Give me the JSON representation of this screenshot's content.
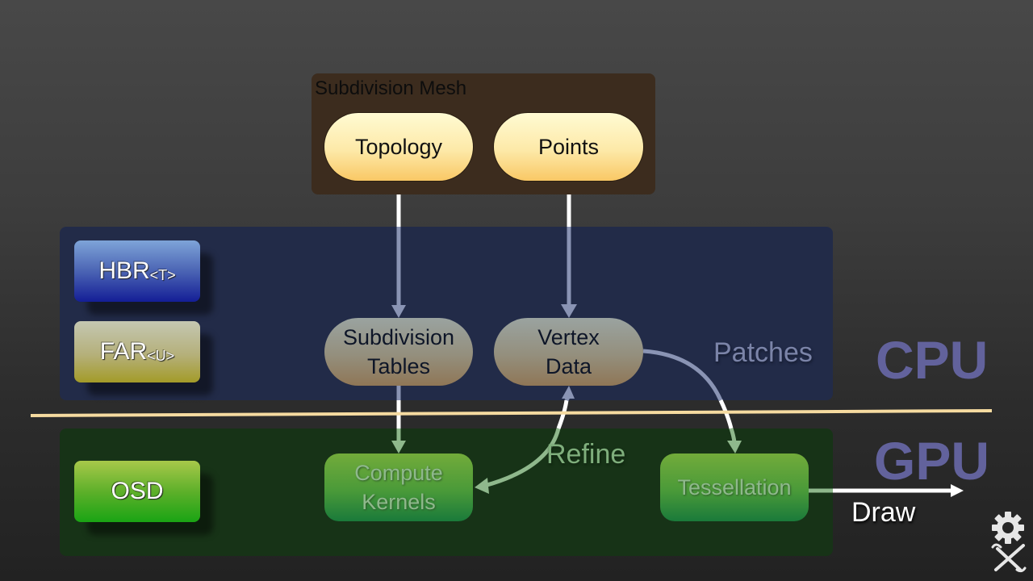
{
  "diagram": {
    "mesh_panel": {
      "title": "Subdivision Mesh",
      "nodes": [
        "Topology",
        "Points"
      ]
    },
    "cpu_layer": {
      "label": "CPU",
      "nodes": [
        {
          "line1": "Subdivision",
          "line2": "Tables"
        },
        {
          "line1": "Vertex",
          "line2": "Data"
        }
      ],
      "annotation": "Patches"
    },
    "gpu_layer": {
      "label": "GPU",
      "nodes": [
        {
          "line1": "Compute",
          "line2": "Kernels"
        },
        {
          "line1": "Tessellation",
          "line2": ""
        }
      ],
      "annotation": "Refine",
      "output_label": "Draw"
    },
    "legend": [
      {
        "name": "HBR",
        "param": "<T>",
        "color": "#4b64b4"
      },
      {
        "name": "FAR",
        "param": "<U>",
        "color": "#b5b07a"
      },
      {
        "name": "OSD",
        "param": "",
        "color": "#1aa414"
      }
    ],
    "icons": {
      "corner": "settings-tools-icon"
    },
    "colors": {
      "separator": "#f6dba0",
      "layer_label": "#62629c",
      "mesh_panel": "#3c2c1e",
      "cpu_panel": "#222b48",
      "gpu_panel": "#173317"
    },
    "edges": [
      {
        "from": "Topology",
        "to": "Subdivision Tables"
      },
      {
        "from": "Points",
        "to": "Vertex Data"
      },
      {
        "from": "Subdivision Tables",
        "to": "Compute Kernels"
      },
      {
        "from": "Compute Kernels",
        "to": "Vertex Data",
        "label": "Refine",
        "bidirectional": true
      },
      {
        "from": "Vertex Data",
        "to": "Tessellation",
        "label": "Patches"
      },
      {
        "from": "Tessellation",
        "to": "output",
        "label": "Draw"
      }
    ]
  }
}
